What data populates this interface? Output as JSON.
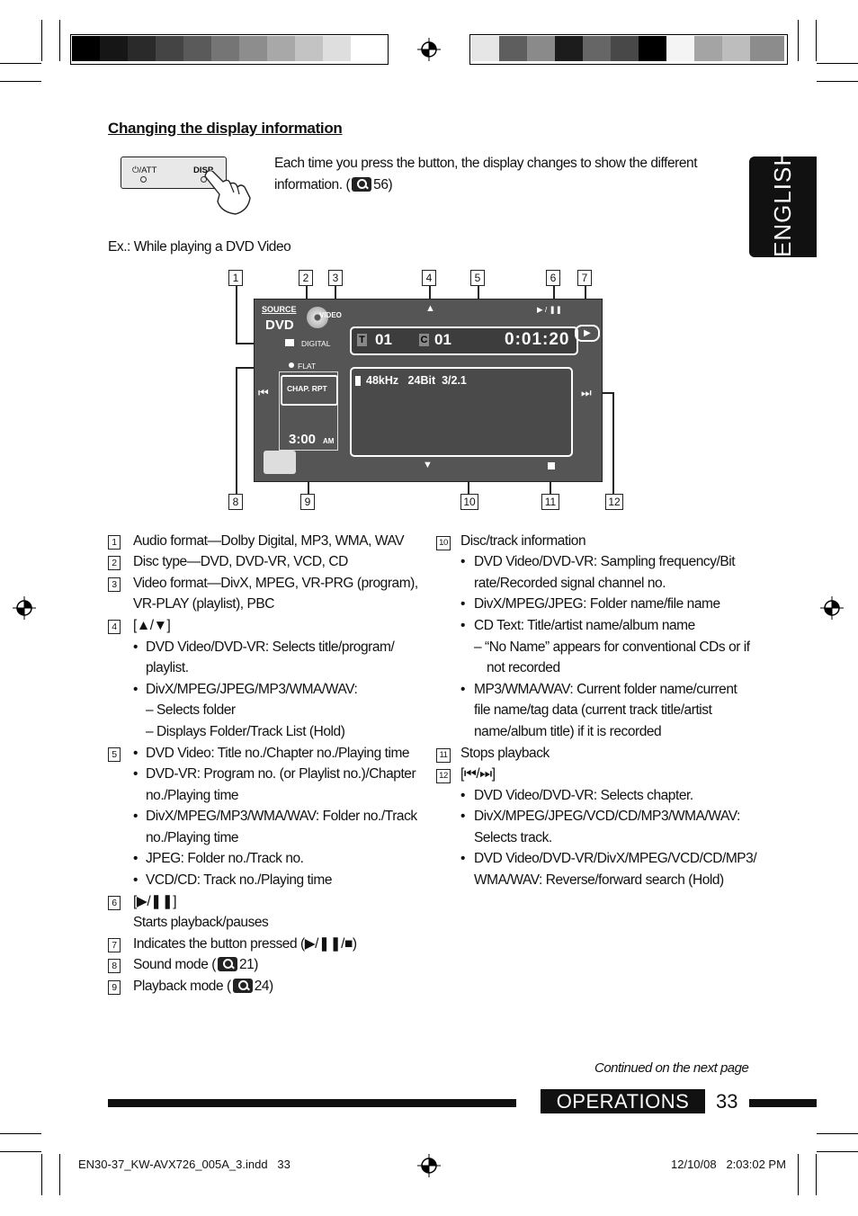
{
  "side_tab": {
    "label": "ENGLISH"
  },
  "section_title": "Changing the display information",
  "button_panel": {
    "att_label": "⏻/ATT",
    "disp_label": "DISP"
  },
  "intro": {
    "line1": "Each time you press the button, the display changes to show the different",
    "line2": "information. (",
    "ref": "56)"
  },
  "example_label": "Ex.:  While playing a DVD Video",
  "screen": {
    "source": "SOURCE",
    "dvd": "DVD",
    "video": "VIDEO",
    "digital": "DIGITAL",
    "flat": "FLAT",
    "chap_rpt": "CHAP. RPT",
    "clock": "3:00",
    "am": "AM",
    "title_no": "01",
    "chapter_no": "01",
    "time": "0:01:20",
    "t_badge": "T",
    "c_badge": "C",
    "info": "48kHz   24Bit  3/2.1",
    "play_pause": "▶ / ❚❚"
  },
  "callouts_top": [
    "1",
    "2",
    "3",
    "4",
    "5",
    "6",
    "7"
  ],
  "callouts_bottom": [
    "8",
    "9",
    "10",
    "11",
    "12"
  ],
  "left_list": [
    {
      "num": "1",
      "text": "Audio format—Dolby Digital, MP3, WMA, WAV"
    },
    {
      "num": "2",
      "text": "Disc type—DVD, DVD-VR, VCD, CD"
    },
    {
      "num": "3",
      "text": "Video format—DivX, MPEG, VR-PRG (program),",
      "cont": "VR-PLAY (playlist), PBC"
    },
    {
      "num": "4",
      "text": "[▲/▼]"
    },
    {
      "bullet": "DVD Video/DVD-VR: Selects title/program/",
      "cont": "playlist."
    },
    {
      "bullet": "DivX/MPEG/JPEG/MP3/WMA/WAV:"
    },
    {
      "dash": "– Selects folder"
    },
    {
      "dash": "– Displays Folder/Track List (Hold)"
    },
    {
      "num": "5",
      "bullet": "DVD Video: Title no./Chapter no./Playing time"
    },
    {
      "bullet": "DVD-VR: Program no. (or Playlist no.)/Chapter",
      "cont": "no./Playing time"
    },
    {
      "bullet": "DivX/MPEG/MP3/WMA/WAV: Folder no./Track",
      "cont": "no./Playing time"
    },
    {
      "bullet": "JPEG: Folder no./Track no."
    },
    {
      "bullet": "VCD/CD: Track no./Playing time"
    },
    {
      "num": "6",
      "text": "[▶/❚❚]",
      "cont": "Starts playback/pauses"
    },
    {
      "num": "7",
      "text": "Indicates the button pressed (▶/❚❚/■)"
    },
    {
      "num": "8",
      "text": "Sound mode (",
      "ref": "21)"
    },
    {
      "num": "9",
      "text": "Playback mode (",
      "ref": "24)"
    }
  ],
  "right_list": [
    {
      "num": "10",
      "text": "Disc/track information"
    },
    {
      "bullet": "DVD Video/DVD-VR: Sampling frequency/Bit",
      "cont": "rate/Recorded signal channel no."
    },
    {
      "bullet": "DivX/MPEG/JPEG: Folder name/file name"
    },
    {
      "bullet": "CD Text: Title/artist name/album name"
    },
    {
      "dash": "– “No Name” appears for conventional CDs or if",
      "cont": "not recorded"
    },
    {
      "bullet": "MP3/WMA/WAV: Current folder name/current",
      "cont": "file name/tag data (current track title/artist",
      "cont2": "name/album title) if it is recorded"
    },
    {
      "num": "11",
      "text": "Stops playback"
    },
    {
      "num": "12",
      "text": "[⏮/⏭]"
    },
    {
      "bullet": "DVD Video/DVD-VR: Selects chapter."
    },
    {
      "bullet": "DivX/MPEG/JPEG/VCD/CD/MP3/WMA/WAV:",
      "cont": "Selects track."
    },
    {
      "bullet": "DVD Video/DVD-VR/DivX/MPEG/VCD/CD/MP3/",
      "cont": "WMA/WAV: Reverse/forward search (Hold)"
    }
  ],
  "continued": "Continued on the next page",
  "footer_bar": {
    "section": "OPERATIONS",
    "page": "33"
  },
  "print_info": {
    "file": "EN30-37_KW-AVX726_005A_3.indd   33",
    "date": "12/10/08   2:03:02 PM"
  }
}
